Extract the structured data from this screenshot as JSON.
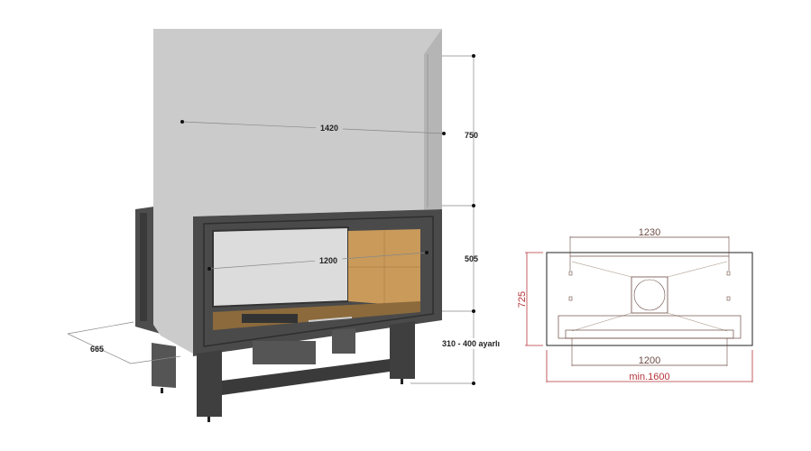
{
  "render3d": {
    "dimensions": {
      "hood_width": "1420",
      "hood_height": "750",
      "opening_width": "1200",
      "opening_height": "505",
      "leg_height": "310 - 400 ayarlı",
      "depth": "665"
    }
  },
  "plan": {
    "top_width": "1230",
    "bottom_width": "1200",
    "min_width": "min.1600",
    "height": "725"
  },
  "colors": {
    "dimension_red": "#b5343a",
    "dimension_brown": "#6b4c44",
    "hood_grey": "#c9c9c9",
    "frame_dark": "#4a4a4a",
    "firebrick": "#c99a5a"
  }
}
